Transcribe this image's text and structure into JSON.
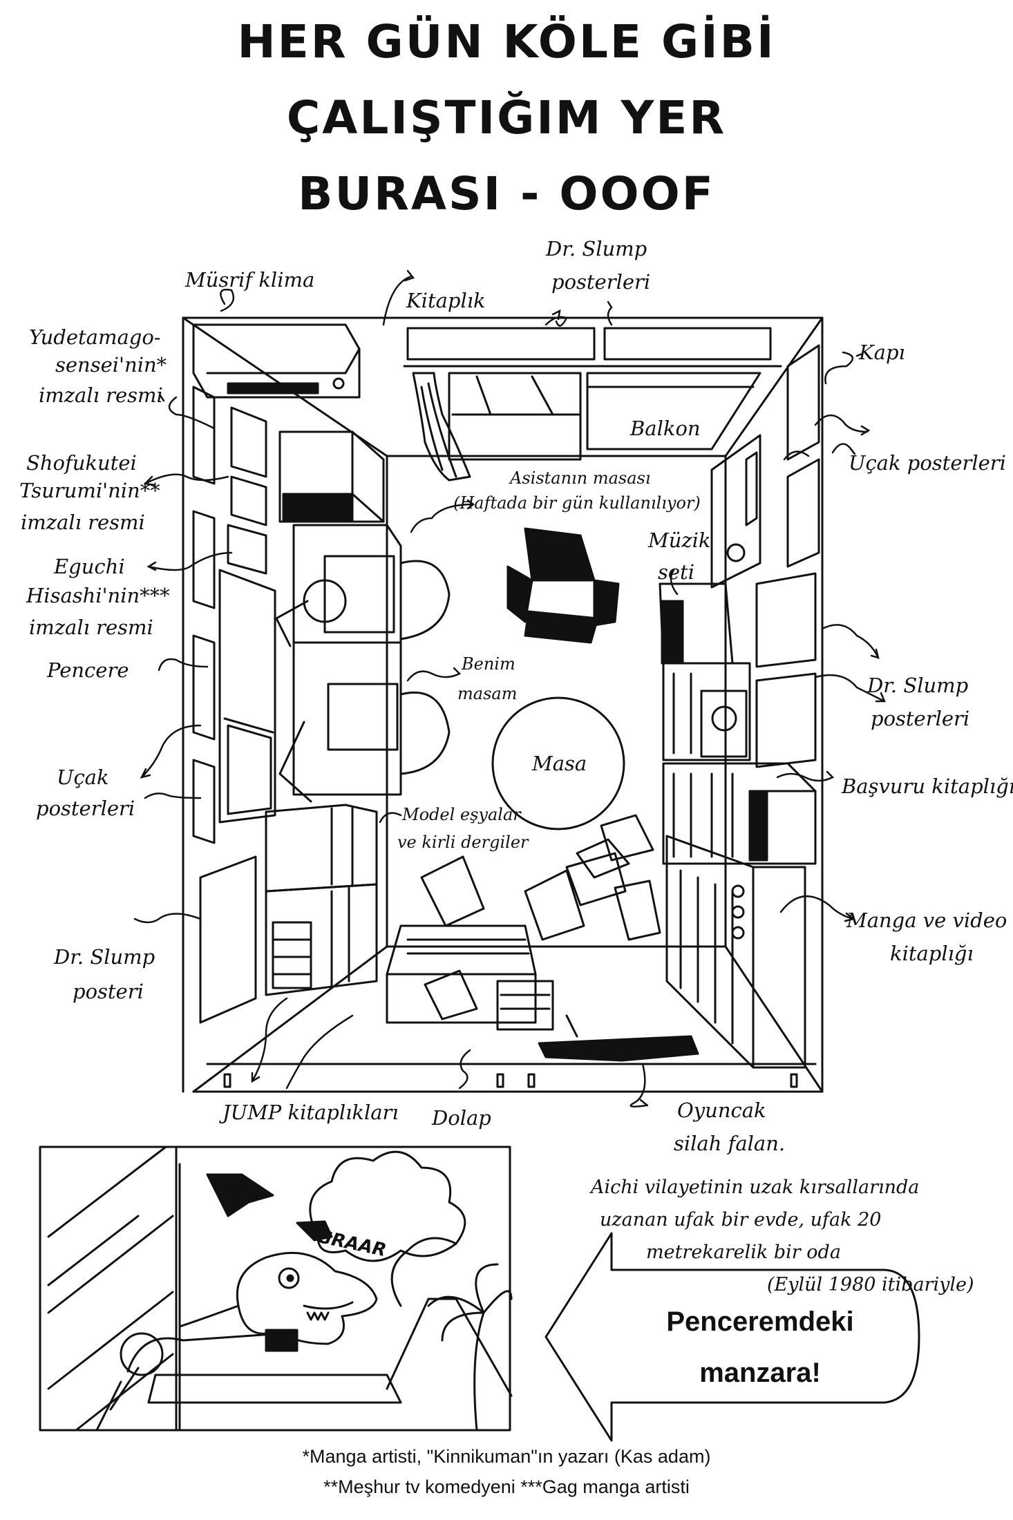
{
  "title": {
    "line1": "HER GÜN KÖLE GİBİ",
    "line2": "ÇALIŞTIĞIM YER",
    "line3": "BURASI - OOOF"
  },
  "labels": {
    "musrif_klima": "Müsrif klima",
    "kitaplik": "Kitaplık",
    "dr_slump_top_1": "Dr. Slump",
    "dr_slump_top_2": "posterleri",
    "kapi": "Kapı",
    "yude_1": "Yudetamago-",
    "yude_2": "sensei'nin*",
    "yude_3": "imzalı resmi",
    "balkon": "Balkon",
    "ucak_right": "Uçak posterleri",
    "shofu_1": "Shofukutei",
    "shofu_2": "Tsurumi'nin**",
    "shofu_3": "imzalı resmi",
    "asistan_1": "Asistanın masası",
    "asistan_2": "(Haftada bir gün kullanılıyor)",
    "eguchi_1": "Eguchi",
    "eguchi_2": "Hisashi'nin***",
    "eguchi_3": "imzalı resmi",
    "muzik_1": "Müzik",
    "muzik_2": "seti",
    "pencere": "Pencere",
    "benim_1": "Benim",
    "benim_2": "masam",
    "dr_slump_right_1": "Dr. Slump",
    "dr_slump_right_2": "posterleri",
    "ucak_left_1": "Uçak",
    "ucak_left_2": "posterleri",
    "masa": "Masa",
    "basvuru": "Başvuru kitaplığı",
    "model_1": "Model eşyalar",
    "model_2": "ve kirli dergiler",
    "dr_slump_left_1": "Dr. Slump",
    "dr_slump_left_2": "posteri",
    "manga_1": "Manga ve video",
    "manga_2": "kitaplığı",
    "jump": "JUMP kitaplıkları",
    "dolap": "Dolap",
    "oyuncak_1": "Oyuncak",
    "oyuncak_2": "silah falan."
  },
  "panel": {
    "sfx": "GRAAR"
  },
  "caption": {
    "line1": "Aichi vilayetinin uzak kırsallarında",
    "line2": "uzanan ufak bir evde, ufak 20",
    "line3": "metrekarelik bir oda",
    "line4": "(Eylül 1980 itibariyle)"
  },
  "arrow": {
    "line1": "Penceremdeki",
    "line2": "manzara!"
  },
  "footnotes": {
    "line1": "*Manga artisti, \"Kinnikuman\"ın yazarı (Kas adam)",
    "line2": "**Meşhur tv komedyeni ***Gag manga artisti"
  }
}
